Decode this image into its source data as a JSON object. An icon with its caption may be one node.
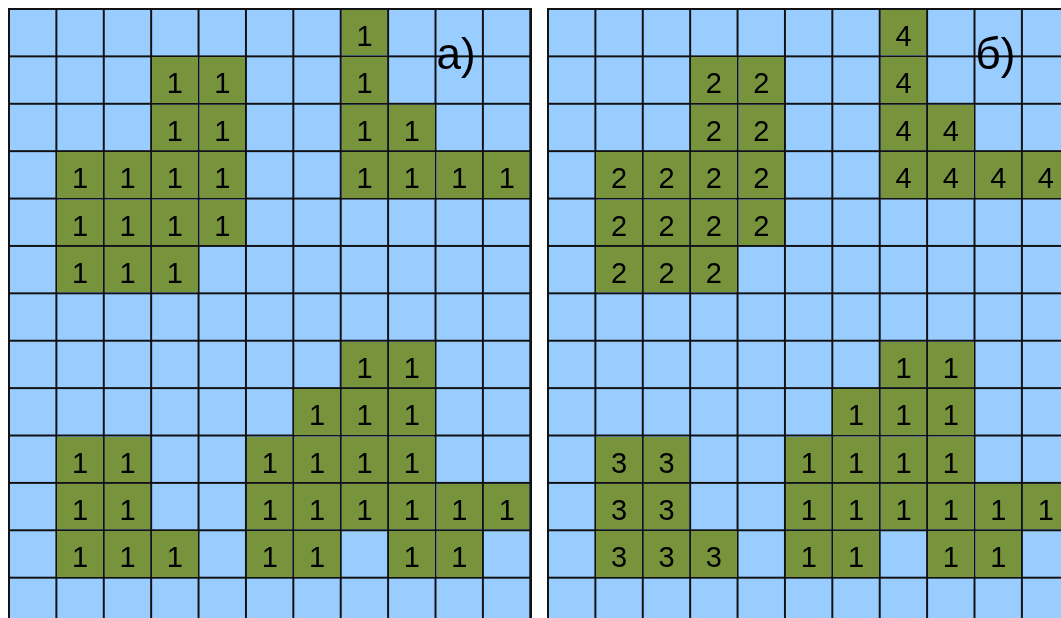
{
  "diagram": {
    "nodes": [
      {
        "text": [
          "а)"
        ]
      },
      {
        "text": [
          "1"
        ],
        "in": 0
      },
      {
        "text": [
          "1"
        ],
        "in": 0
      },
      {
        "text": [
          "1"
        ],
        "in": 0
      },
      {
        "text": [
          "1"
        ],
        "in": 0
      },
      {
        "text": [
          "1"
        ],
        "in": 0
      },
      {
        "text": [
          "1"
        ],
        "in": 0
      },
      {
        "text": [
          "1"
        ],
        "in": 0
      },
      {
        "text": [
          "1"
        ],
        "in": 0
      },
      {
        "text": [
          "1"
        ],
        "in": 0
      },
      {
        "text": [
          "1"
        ],
        "in": 0
      },
      {
        "text": [
          "1"
        ],
        "in": 0
      },
      {
        "text": [
          "1"
        ],
        "in": 0
      },
      {
        "text": [
          "1"
        ],
        "in": 0
      },
      {
        "text": [
          "1"
        ],
        "in": 0
      },
      {
        "text": [
          "1"
        ],
        "in": 0
      },
      {
        "text": [
          "1"
        ],
        "in": 0
      },
      {
        "text": [
          "1"
        ],
        "in": 0
      },
      {
        "text": [
          "1"
        ],
        "in": 0
      },
      {
        "text": [
          "1"
        ],
        "in": 0
      },
      {
        "text": [
          "1"
        ],
        "in": 0
      },
      {
        "text": [
          "1"
        ],
        "in": 0
      },
      {
        "text": [
          "1"
        ],
        "in": 0
      },
      {
        "text": [
          "1"
        ],
        "in": 0
      },
      {
        "text": [
          "1"
        ],
        "in": 0
      },
      {
        "text": [
          "1"
        ],
        "in": 0
      },
      {
        "text": [
          "1"
        ],
        "in": 0
      },
      {
        "text": [
          "1"
        ],
        "in": 0
      },
      {
        "text": [
          "1"
        ],
        "in": 0
      },
      {
        "text": [
          "1"
        ],
        "in": 0
      },
      {
        "text": [
          "1"
        ],
        "in": 0
      },
      {
        "text": [
          "1"
        ],
        "in": 0
      },
      {
        "text": [
          "1"
        ],
        "in": 0
      },
      {
        "text": [
          "1"
        ],
        "in": 0
      },
      {
        "text": [
          "1"
        ],
        "in": 0
      },
      {
        "text": [
          "1"
        ],
        "in": 0
      },
      {
        "text": [
          "1"
        ],
        "in": 0
      },
      {
        "text": [
          "1"
        ],
        "in": 0
      },
      {
        "text": [
          "1"
        ],
        "in": 0
      },
      {
        "text": [
          "1"
        ],
        "in": 0
      },
      {
        "text": [
          "1"
        ],
        "in": 0
      },
      {
        "text": [
          "1"
        ],
        "in": 0
      },
      {
        "text": [
          "1"
        ],
        "in": 0
      },
      {
        "text": [
          "1"
        ],
        "in": 0
      },
      {
        "text": [
          "1"
        ],
        "in": 0
      },
      {
        "text": [
          "1"
        ],
        "in": 0
      },
      {
        "text": [
          "1"
        ],
        "in": 0
      },
      {
        "text": [
          "1"
        ],
        "in": 0
      },
      {
        "text": [
          "1"
        ],
        "in": 0
      },
      {
        "text": [
          "1"
        ],
        "in": 0
      },
      {
        "text": [
          "б)"
        ]
      },
      {
        "text": [
          "4"
        ],
        "in": 50
      },
      {
        "text": [
          "2"
        ],
        "in": 50
      },
      {
        "text": [
          "2"
        ],
        "in": 50
      },
      {
        "text": [
          "4"
        ],
        "in": 50
      },
      {
        "text": [
          "2"
        ],
        "in": 50
      },
      {
        "text": [
          "2"
        ],
        "in": 50
      },
      {
        "text": [
          "4"
        ],
        "in": 50
      },
      {
        "text": [
          "4"
        ],
        "in": 50
      },
      {
        "text": [
          "2"
        ],
        "in": 50
      },
      {
        "text": [
          "2"
        ],
        "in": 50
      },
      {
        "text": [
          "2"
        ],
        "in": 50
      },
      {
        "text": [
          "2"
        ],
        "in": 50
      },
      {
        "text": [
          "4"
        ],
        "in": 50
      },
      {
        "text": [
          "4"
        ],
        "in": 50
      },
      {
        "text": [
          "4"
        ],
        "in": 50
      },
      {
        "text": [
          "4"
        ],
        "in": 50
      },
      {
        "text": [
          "2"
        ],
        "in": 50
      },
      {
        "text": [
          "2"
        ],
        "in": 50
      },
      {
        "text": [
          "2"
        ],
        "in": 50
      },
      {
        "text": [
          "2"
        ],
        "in": 50
      },
      {
        "text": [
          "2"
        ],
        "in": 50
      },
      {
        "text": [
          "2"
        ],
        "in": 50
      },
      {
        "text": [
          "2"
        ],
        "in": 50
      },
      {
        "text": [
          "1"
        ],
        "in": 50
      },
      {
        "text": [
          "1"
        ],
        "in": 50
      },
      {
        "text": [
          "1"
        ],
        "in": 50
      },
      {
        "text": [
          "1"
        ],
        "in": 50
      },
      {
        "text": [
          "1"
        ],
        "in": 50
      },
      {
        "text": [
          "3"
        ],
        "in": 50
      },
      {
        "text": [
          "3"
        ],
        "in": 50
      },
      {
        "text": [
          "1"
        ],
        "in": 50
      },
      {
        "text": [
          "1"
        ],
        "in": 50
      },
      {
        "text": [
          "1"
        ],
        "in": 50
      },
      {
        "text": [
          "1"
        ],
        "in": 50
      },
      {
        "text": [
          "3"
        ],
        "in": 50
      },
      {
        "text": [
          "3"
        ],
        "in": 50
      },
      {
        "text": [
          "1"
        ],
        "in": 50
      },
      {
        "text": [
          "1"
        ],
        "in": 50
      },
      {
        "text": [
          "1"
        ],
        "in": 50
      },
      {
        "text": [
          "1"
        ],
        "in": 50
      },
      {
        "text": [
          "1"
        ],
        "in": 50
      },
      {
        "text": [
          "1"
        ],
        "in": 50
      },
      {
        "text": [
          "3"
        ],
        "in": 50
      },
      {
        "text": [
          "3"
        ],
        "in": 50
      },
      {
        "text": [
          "3"
        ],
        "in": 50
      },
      {
        "text": [
          "1"
        ],
        "in": 50
      },
      {
        "text": [
          "1"
        ],
        "in": 50
      },
      {
        "text": [
          "1"
        ],
        "in": 50
      },
      {
        "text": [
          "1"
        ],
        "in": 50
      }
    ]
  }
}
